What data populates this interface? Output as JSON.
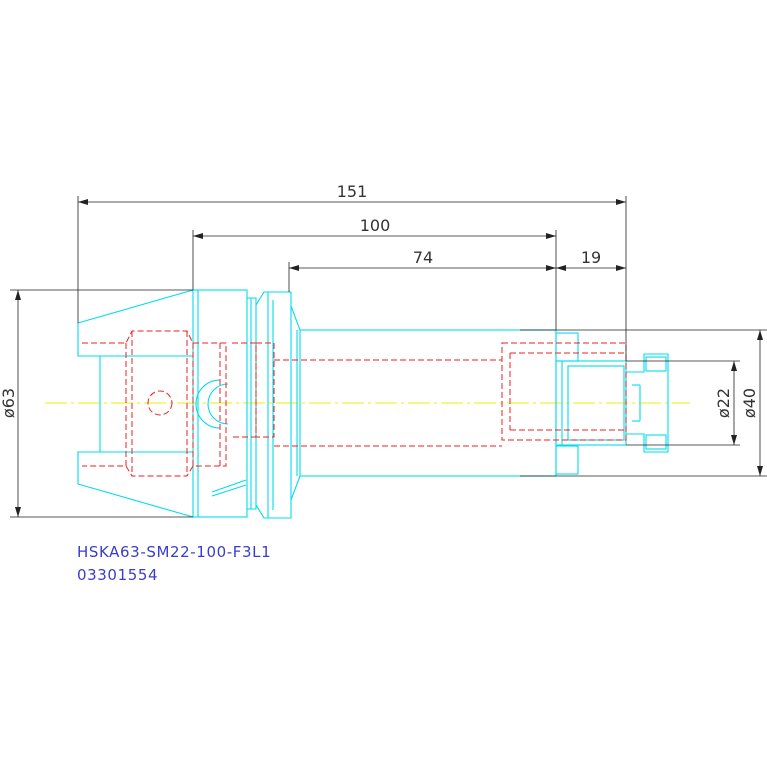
{
  "colors": {
    "outline": "#00ddee",
    "hidden": "#ee2222",
    "centerline": "#eeee00",
    "dimension": "#222222",
    "label": "#3c3ccc"
  },
  "dimensions": {
    "overall_length": "151",
    "gauge_length": "100",
    "body_length": "74",
    "nose_length": "19",
    "flange_diameter": "ø63",
    "bore_diameter": "ø22",
    "nose_diameter": "ø40"
  },
  "labels": {
    "part_number": "HSKA63-SM22-100-F3L1",
    "order_code": "03301554"
  }
}
